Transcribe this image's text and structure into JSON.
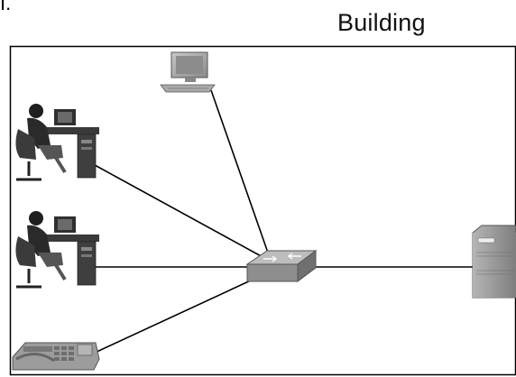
{
  "top_fragment": "I.",
  "building_label": "Building",
  "devices": [
    {
      "id": "workstation-top",
      "icon": "user-at-workstation-icon"
    },
    {
      "id": "workstation-middle",
      "icon": "user-at-workstation-icon"
    },
    {
      "id": "ip-phone",
      "icon": "ip-phone-icon"
    },
    {
      "id": "pc-monitor",
      "icon": "desktop-monitor-icon"
    },
    {
      "id": "switch",
      "icon": "network-switch-icon"
    },
    {
      "id": "server",
      "icon": "server-tower-icon"
    }
  ],
  "links": [
    [
      "workstation-top",
      "switch"
    ],
    [
      "workstation-middle",
      "switch"
    ],
    [
      "ip-phone",
      "switch"
    ],
    [
      "pc-monitor",
      "switch"
    ],
    [
      "switch",
      "server"
    ]
  ],
  "colors": {
    "frame": "#000000",
    "link": "#000000",
    "device_gray": "#9a9a9a",
    "device_dark": "#3a3a3a"
  }
}
